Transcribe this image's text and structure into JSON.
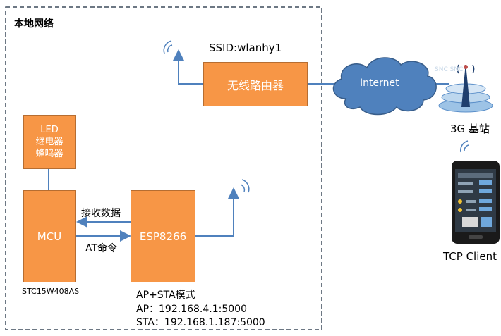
{
  "local_network": {
    "title": "本地网络"
  },
  "ssid_label": "SSID:wlanhy1",
  "router": {
    "label": "无线路由器"
  },
  "internet": {
    "label": "Internet"
  },
  "base_station": {
    "label": "3G 基站",
    "watermark": "SNC SNC"
  },
  "peripherals": {
    "line1": "LED",
    "line2": "继电器",
    "line3": "蜂鸣器"
  },
  "mcu": {
    "label": "MCU",
    "model": "STC15W408AS"
  },
  "esp": {
    "label": "ESP8266",
    "mode": "AP+STA模式",
    "ap": "AP：192.168.4.1:5000",
    "sta": "STA：192.168.1.187:5000"
  },
  "arrows": {
    "receive": "接收数据",
    "at_command": "AT命令"
  },
  "client": {
    "label": "TCP Client"
  },
  "colors": {
    "box_fill": "#f79646",
    "cloud_fill": "#4f81bd",
    "line": "#4f81bd",
    "dashed_border": "#3d4b5c"
  }
}
